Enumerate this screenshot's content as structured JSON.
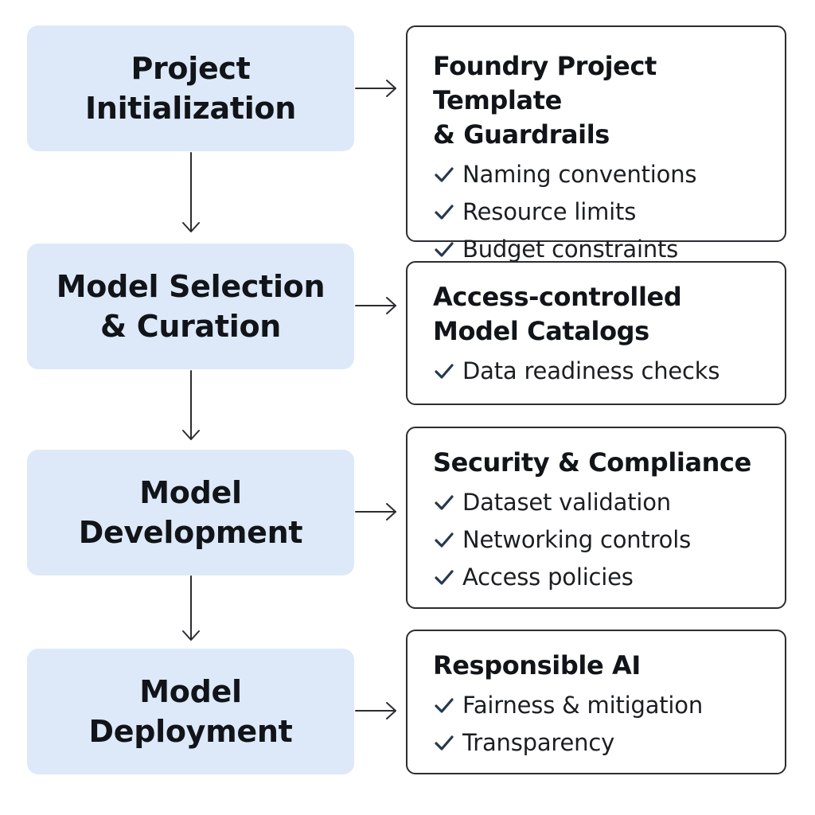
{
  "colors": {
    "stage_fill": "#dde9f8",
    "card_border": "#2a2d31",
    "check_color": "#27384f",
    "arrow_color": "#2a2d31"
  },
  "stages": [
    {
      "label": "Project\nInitialization"
    },
    {
      "label": "Model Selection\n& Curation"
    },
    {
      "label": "Model\nDevelopment"
    },
    {
      "label": "Model\nDeployment"
    }
  ],
  "cards": [
    {
      "title": "Foundry Project Template\n& Guardrails",
      "items": [
        "Naming conventions",
        "Resource limits",
        "Budget constraints"
      ]
    },
    {
      "title": "Access-controlled\nModel Catalogs",
      "items": [
        "Data readiness checks"
      ]
    },
    {
      "title": "Security & Compliance",
      "items": [
        "Dataset validation",
        "Networking controls",
        "Access policies"
      ]
    },
    {
      "title": "Responsible AI",
      "items": [
        "Fairness & mitigation",
        "Transparency"
      ]
    }
  ]
}
